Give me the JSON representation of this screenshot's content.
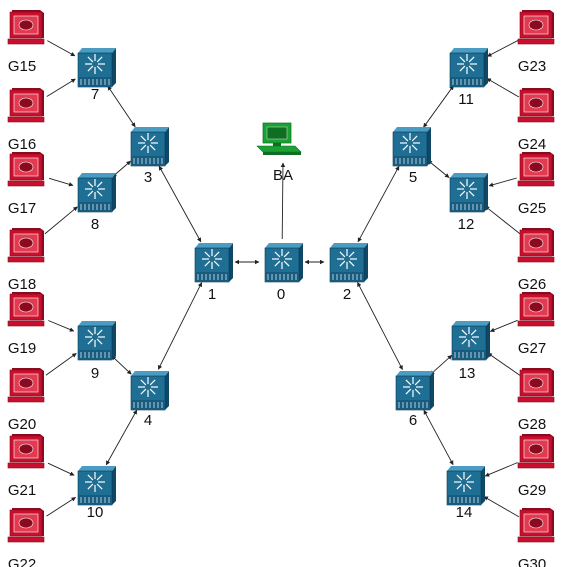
{
  "diagram": {
    "title": "",
    "colors": {
      "switch_front": "#1f6f95",
      "switch_top": "#4a9cc3",
      "switch_side": "#0f4866",
      "host": "#c8102e",
      "host_dark": "#8a0a1f",
      "base": "#1aa033",
      "base_dark": "#0e6e22",
      "edge": "#222222"
    },
    "base_station": {
      "id": "BA",
      "label": "BA",
      "icon": "workstation-icon"
    },
    "switches": [
      {
        "id": "0",
        "label": "0",
        "icon": "switch-icon"
      },
      {
        "id": "1",
        "label": "1",
        "icon": "switch-icon"
      },
      {
        "id": "2",
        "label": "2",
        "icon": "switch-icon"
      },
      {
        "id": "3",
        "label": "3",
        "icon": "switch-icon"
      },
      {
        "id": "4",
        "label": "4",
        "icon": "switch-icon"
      },
      {
        "id": "5",
        "label": "5",
        "icon": "switch-icon"
      },
      {
        "id": "6",
        "label": "6",
        "icon": "switch-icon"
      },
      {
        "id": "7",
        "label": "7",
        "icon": "switch-icon"
      },
      {
        "id": "8",
        "label": "8",
        "icon": "switch-icon"
      },
      {
        "id": "9",
        "label": "9",
        "icon": "switch-icon"
      },
      {
        "id": "10",
        "label": "10",
        "icon": "switch-icon"
      },
      {
        "id": "11",
        "label": "11",
        "icon": "switch-icon"
      },
      {
        "id": "12",
        "label": "12",
        "icon": "switch-icon"
      },
      {
        "id": "13",
        "label": "13",
        "icon": "switch-icon"
      },
      {
        "id": "14",
        "label": "14",
        "icon": "switch-icon"
      }
    ],
    "hosts": [
      {
        "id": "G15",
        "label": "G15",
        "icon": "computer-icon"
      },
      {
        "id": "G16",
        "label": "G16",
        "icon": "computer-icon"
      },
      {
        "id": "G17",
        "label": "G17",
        "icon": "computer-icon"
      },
      {
        "id": "G18",
        "label": "G18",
        "icon": "computer-icon"
      },
      {
        "id": "G19",
        "label": "G19",
        "icon": "computer-icon"
      },
      {
        "id": "G20",
        "label": "G20",
        "icon": "computer-icon"
      },
      {
        "id": "G21",
        "label": "G21",
        "icon": "computer-icon"
      },
      {
        "id": "G22",
        "label": "G22",
        "icon": "computer-icon"
      },
      {
        "id": "G23",
        "label": "G23",
        "icon": "computer-icon"
      },
      {
        "id": "G24",
        "label": "G24",
        "icon": "computer-icon"
      },
      {
        "id": "G25",
        "label": "G25",
        "icon": "computer-icon"
      },
      {
        "id": "G26",
        "label": "G26",
        "icon": "computer-icon"
      },
      {
        "id": "G27",
        "label": "G27",
        "icon": "computer-icon"
      },
      {
        "id": "G28",
        "label": "G28",
        "icon": "computer-icon"
      },
      {
        "id": "G29",
        "label": "G29",
        "icon": "computer-icon"
      },
      {
        "id": "G30",
        "label": "G30",
        "icon": "computer-icon"
      }
    ],
    "edges": [
      {
        "from": "0",
        "to": "BA",
        "direction": "forward"
      },
      {
        "from": "0",
        "to": "1",
        "direction": "both"
      },
      {
        "from": "0",
        "to": "2",
        "direction": "both"
      },
      {
        "from": "1",
        "to": "3",
        "direction": "both"
      },
      {
        "from": "1",
        "to": "4",
        "direction": "both"
      },
      {
        "from": "2",
        "to": "5",
        "direction": "both"
      },
      {
        "from": "2",
        "to": "6",
        "direction": "both"
      },
      {
        "from": "3",
        "to": "7",
        "direction": "both"
      },
      {
        "from": "3",
        "to": "8",
        "direction": "both"
      },
      {
        "from": "4",
        "to": "9",
        "direction": "both"
      },
      {
        "from": "4",
        "to": "10",
        "direction": "both"
      },
      {
        "from": "5",
        "to": "11",
        "direction": "both"
      },
      {
        "from": "5",
        "to": "12",
        "direction": "both"
      },
      {
        "from": "6",
        "to": "13",
        "direction": "both"
      },
      {
        "from": "6",
        "to": "14",
        "direction": "both"
      },
      {
        "from": "G15",
        "to": "7",
        "direction": "forward"
      },
      {
        "from": "G16",
        "to": "7",
        "direction": "forward"
      },
      {
        "from": "G17",
        "to": "8",
        "direction": "forward"
      },
      {
        "from": "G18",
        "to": "8",
        "direction": "forward"
      },
      {
        "from": "G19",
        "to": "9",
        "direction": "forward"
      },
      {
        "from": "G20",
        "to": "9",
        "direction": "forward"
      },
      {
        "from": "G21",
        "to": "10",
        "direction": "forward"
      },
      {
        "from": "G22",
        "to": "10",
        "direction": "forward"
      },
      {
        "from": "G23",
        "to": "11",
        "direction": "forward"
      },
      {
        "from": "G24",
        "to": "11",
        "direction": "forward"
      },
      {
        "from": "G25",
        "to": "12",
        "direction": "forward"
      },
      {
        "from": "G26",
        "to": "12",
        "direction": "forward"
      },
      {
        "from": "G27",
        "to": "13",
        "direction": "forward"
      },
      {
        "from": "G28",
        "to": "13",
        "direction": "forward"
      },
      {
        "from": "G29",
        "to": "14",
        "direction": "forward"
      },
      {
        "from": "G30",
        "to": "14",
        "direction": "forward"
      }
    ]
  }
}
